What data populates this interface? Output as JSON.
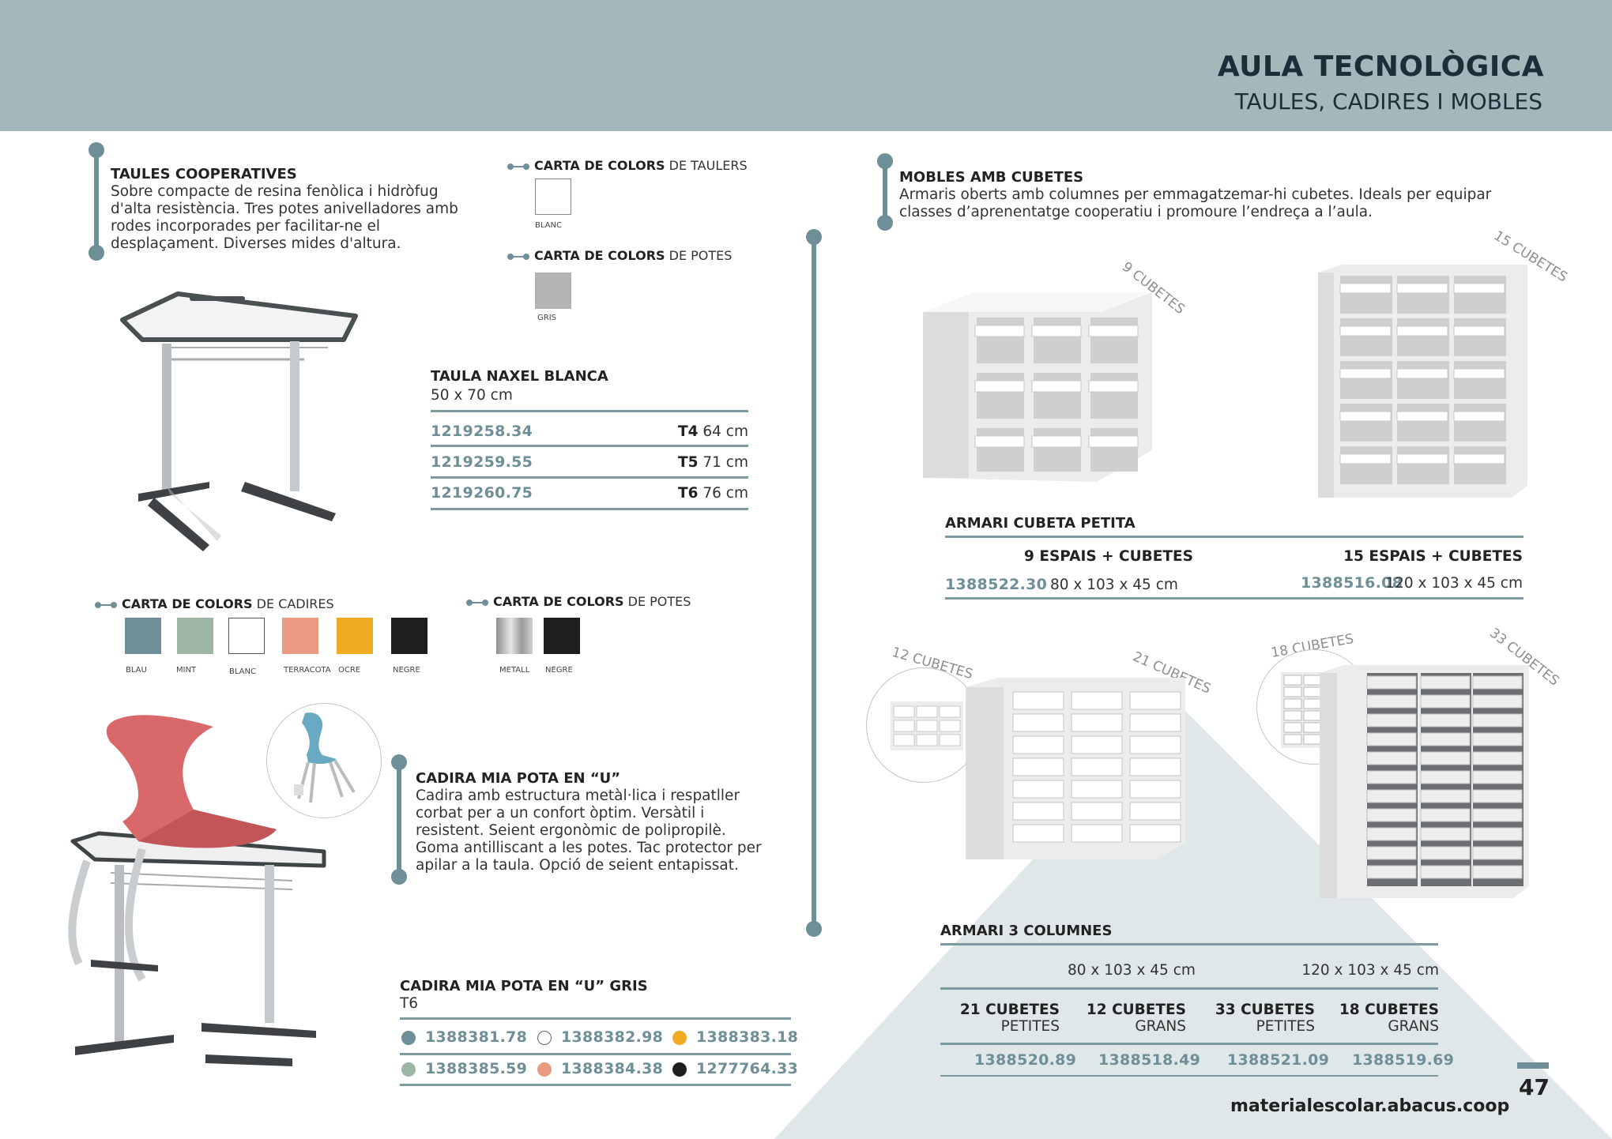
{
  "header": {
    "title": "AULA TECNOLÒGICA",
    "subtitle": "TAULES, CADIRES I MOBLES"
  },
  "taules": {
    "title": "TAULES COOPERATIVES",
    "description": "Sobre compacte de resina fenòlica i hidròfug d'alta resistència. Tres potes anivelladores amb rodes incorporades per facilitar-ne el desplaçament. Diverses mides d'altura."
  },
  "colors_taulers": {
    "bold": "CARTA DE COLORS",
    "rest": " DE TAULERS",
    "swatches": [
      {
        "name": "BLANC",
        "color": "#ffffff"
      }
    ]
  },
  "colors_potes_taula": {
    "bold": "CARTA DE COLORS",
    "rest": " DE POTES",
    "swatches": [
      {
        "name": "GRIS",
        "color": "#b3b3b3"
      }
    ]
  },
  "taula_naxel": {
    "title": "TAULA NAXEL BLANCA",
    "size": "50 x 70 cm",
    "rows": [
      {
        "code": "1219258.34",
        "model": "T4",
        "height": " 64 cm"
      },
      {
        "code": "1219259.55",
        "model": "T5",
        "height": " 71 cm"
      },
      {
        "code": "1219260.75",
        "model": "T6",
        "height": " 76 cm"
      }
    ]
  },
  "colors_cadires": {
    "bold": "CARTA DE COLORS",
    "rest": " DE CADIRES",
    "swatches": [
      {
        "name": "BLAU",
        "color": "#6e8f97"
      },
      {
        "name": "MINT",
        "color": "#9db5a3"
      },
      {
        "name": "BLANC",
        "color": "#ffffff"
      },
      {
        "name": "TERRACOTA",
        "color": "#e99a80"
      },
      {
        "name": "OCRE",
        "color": "#f0ab22"
      },
      {
        "name": "NEGRE",
        "color": "#1e1e1e"
      }
    ]
  },
  "colors_potes_cadira": {
    "bold": "CARTA DE COLORS",
    "rest": " DE POTES",
    "swatches": [
      {
        "name": "METALL",
        "color": "#b8b8b8"
      },
      {
        "name": "NEGRE",
        "color": "#1e1e1e"
      }
    ]
  },
  "cadira": {
    "title": "CADIRA MIA POTA EN “U”",
    "description": "Cadira amb estructura metàl·lica i respatller corbat per a un confort òptim. Versàtil i resistent. Seient ergonòmic de polipropilè. Goma antilliscant a les potes. Tac protector per apilar a la taula. Opció de seient entapissat."
  },
  "cadira_gris": {
    "title": "CADIRA MIA POTA EN “U” GRIS",
    "size": "T6",
    "codes": [
      {
        "code": "1388381.78",
        "color": "#6e8f97"
      },
      {
        "code": "1388382.98",
        "color": "#ffffff"
      },
      {
        "code": "1388383.18",
        "color": "#f0ab22"
      },
      {
        "code": "1388385.59",
        "color": "#9db5a3"
      },
      {
        "code": "1388384.38",
        "color": "#e99a80"
      },
      {
        "code": "1277764.33",
        "color": "#1e1e1e"
      }
    ]
  },
  "mobles": {
    "title": "MOBLES AMB CUBETES",
    "description": "Armaris oberts amb columnes per emmagatzemar-hi cubetes. Ideals per equipar classes d’aprenentatge cooperatiu i promoure l’endreça a l’aula."
  },
  "curve_labels": {
    "c9": "9 CUBETES",
    "c15": "15 CUBETES",
    "c12": "12 CUBETES",
    "c21": "21 CUBETES",
    "c18": "18 CUBETES",
    "c33": "33 CUBETES"
  },
  "armari_petita": {
    "title": "ARMARI CUBETA PETITA",
    "col1": {
      "label": "9 ESPAIS + CUBETES",
      "code": "1388522.30",
      "size": "80 x 103 x 45 cm"
    },
    "col2": {
      "label": "15 ESPAIS + CUBETES",
      "code": "1388516.08",
      "size": "120 x 103 x 45 cm"
    }
  },
  "armari_3col": {
    "title": "ARMARI 3 COLUMNES",
    "size1": "80 x 103 x 45 cm",
    "size2": "120 x 103 x 45 cm",
    "cols": [
      {
        "bold": "21 CUBETES",
        "sub": "PETITES",
        "code": "1388520.89"
      },
      {
        "bold": "12 CUBETES",
        "sub": "GRANS",
        "code": "1388518.49"
      },
      {
        "bold": "33 CUBETES",
        "sub": "PETITES",
        "code": "1388521.09"
      },
      {
        "bold": "18 CUBETES",
        "sub": "GRANS",
        "code": "1388519.69"
      }
    ]
  },
  "footer": {
    "url": "materialescolar.abacus.coop",
    "page": "47"
  },
  "colors": {
    "accent": "#6e8f97",
    "header_bg": "#a4b8bc",
    "title": "#1e2e38"
  }
}
